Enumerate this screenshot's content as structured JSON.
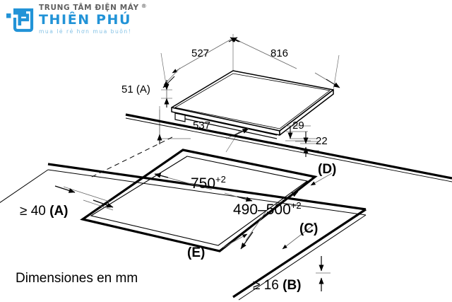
{
  "document": {
    "type": "installation-dimension-drawing",
    "subject": "Built-in induction hob / cooktop cut-out dimensions",
    "units_note": "Dimensiones en mm",
    "language": "es"
  },
  "watermark": {
    "brand_line1": "TRUNG TÂM ĐIỆN MÁY",
    "registered_mark": "®",
    "brand_line2": "THIÊN PHÚ",
    "tagline": "mua lẻ rẻ hơn mua buôn!",
    "logo_monogram": "TP",
    "brand_color": "#1a8fd6",
    "brand_color_light": "#7fbfe4",
    "brand_color_gray": "#5a5a5a"
  },
  "dimensions": {
    "appliance_depth": "527",
    "appliance_width": "816",
    "appliance_height": "51",
    "appliance_height_ref": "(A)",
    "appliance_height_label": "51 (A)",
    "body_depth": "537",
    "body_front_drop": "29",
    "body_rear_drop": "22",
    "cutout_width": "750",
    "cutout_width_tolerance": "+2",
    "cutout_depth": "490–500",
    "cutout_depth_tolerance": "+2",
    "min_rear_clearance": "≥ 40",
    "min_rear_clearance_ref": "(A)",
    "min_rear_clearance_label": "≥ 40 (A)",
    "min_worktop_thickness": "≥ 16",
    "min_worktop_thickness_ref": "(B)",
    "min_worktop_thickness_label": "≥ 16 (B)"
  },
  "callouts": [
    {
      "id": "C",
      "label": "(C)"
    },
    {
      "id": "D",
      "label": "(D)"
    },
    {
      "id": "E",
      "label": "(E)"
    }
  ],
  "footer": {
    "units": "Dimensiones en mm"
  },
  "colors": {
    "line": "#000000",
    "thin_line": "#555555",
    "background": "#ffffff"
  }
}
